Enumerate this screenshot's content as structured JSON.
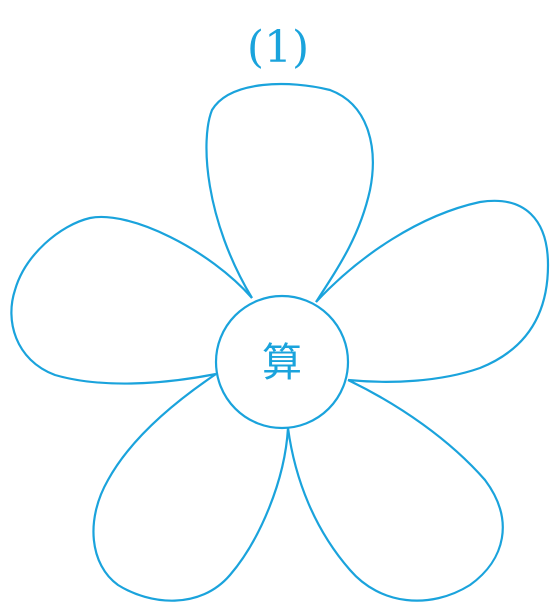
{
  "title": "(1)",
  "center_label": "算",
  "colors": {
    "line": "#1aa3dc",
    "text": "#1aa3dc",
    "background": "#ffffff"
  },
  "petals": [
    {
      "name": "petal-top"
    },
    {
      "name": "petal-upper-right"
    },
    {
      "name": "petal-lower-right"
    },
    {
      "name": "petal-lower-left"
    },
    {
      "name": "petal-upper-left"
    }
  ]
}
